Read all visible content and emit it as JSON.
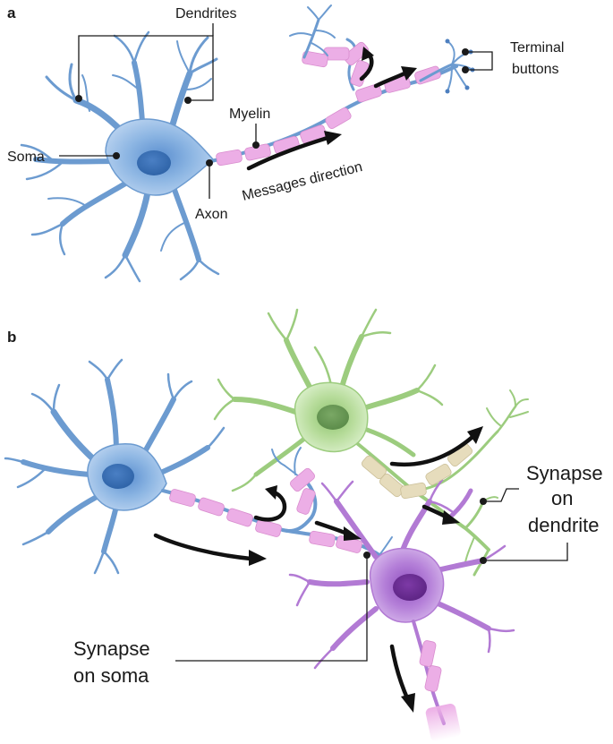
{
  "panels": {
    "a": {
      "letter": "a",
      "labels": {
        "dendrites": "Dendrites",
        "terminal_line1": "Terminal",
        "terminal_line2": "buttons",
        "myelin": "Myelin",
        "soma": "Soma",
        "axon": "Axon",
        "messages": "Messages direction"
      }
    },
    "b": {
      "letter": "b",
      "labels": {
        "synapse_dendrite_line1": "Synapse",
        "synapse_dendrite_line2": "on",
        "synapse_dendrite_line3": "dendrite",
        "synapse_soma_line1": "Synapse",
        "synapse_soma_line2": "on soma"
      }
    }
  },
  "colors": {
    "blue_neuron": "#6c9bd0",
    "blue_soma": "#7fa9dc",
    "green_neuron": "#9ccc7e",
    "purple_neuron": "#b27ad4",
    "myelin_pink": "#ecaee6",
    "myelin_beige": "#e6dcbc",
    "arrow": "#111111"
  }
}
